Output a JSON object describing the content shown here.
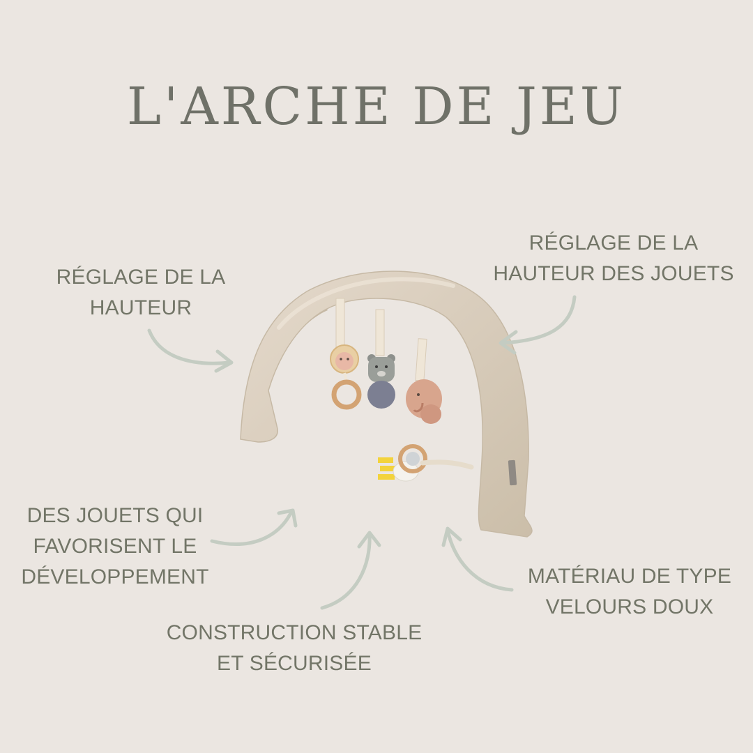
{
  "title": "L'ARCHE DE JEU",
  "labels": {
    "height_adjust": [
      "RÉGLAGE DE LA",
      "HAUTEUR"
    ],
    "toy_height_adjust": [
      "RÉGLAGE DE LA",
      "HAUTEUR DES JOUETS"
    ],
    "development_toys": [
      "DES JOUETS QUI",
      "FAVORISENT LE",
      "DÉVELOPPEMENT"
    ],
    "stable_construction": [
      "CONSTRUCTION STABLE",
      "ET SÉCURISÉE"
    ],
    "velvet_material": [
      "MATÉRIAU DE TYPE",
      "VELOURS DOUX"
    ]
  },
  "colors": {
    "background": "#ebe6e1",
    "text": "#727567",
    "arrow": "#c4ccc2",
    "arch": "#d9cdbd"
  },
  "icons": [
    "lion-toy-icon",
    "bear-toy-icon",
    "elephant-toy-icon",
    "wooden-ring-icon",
    "rattle-toy-icon"
  ]
}
